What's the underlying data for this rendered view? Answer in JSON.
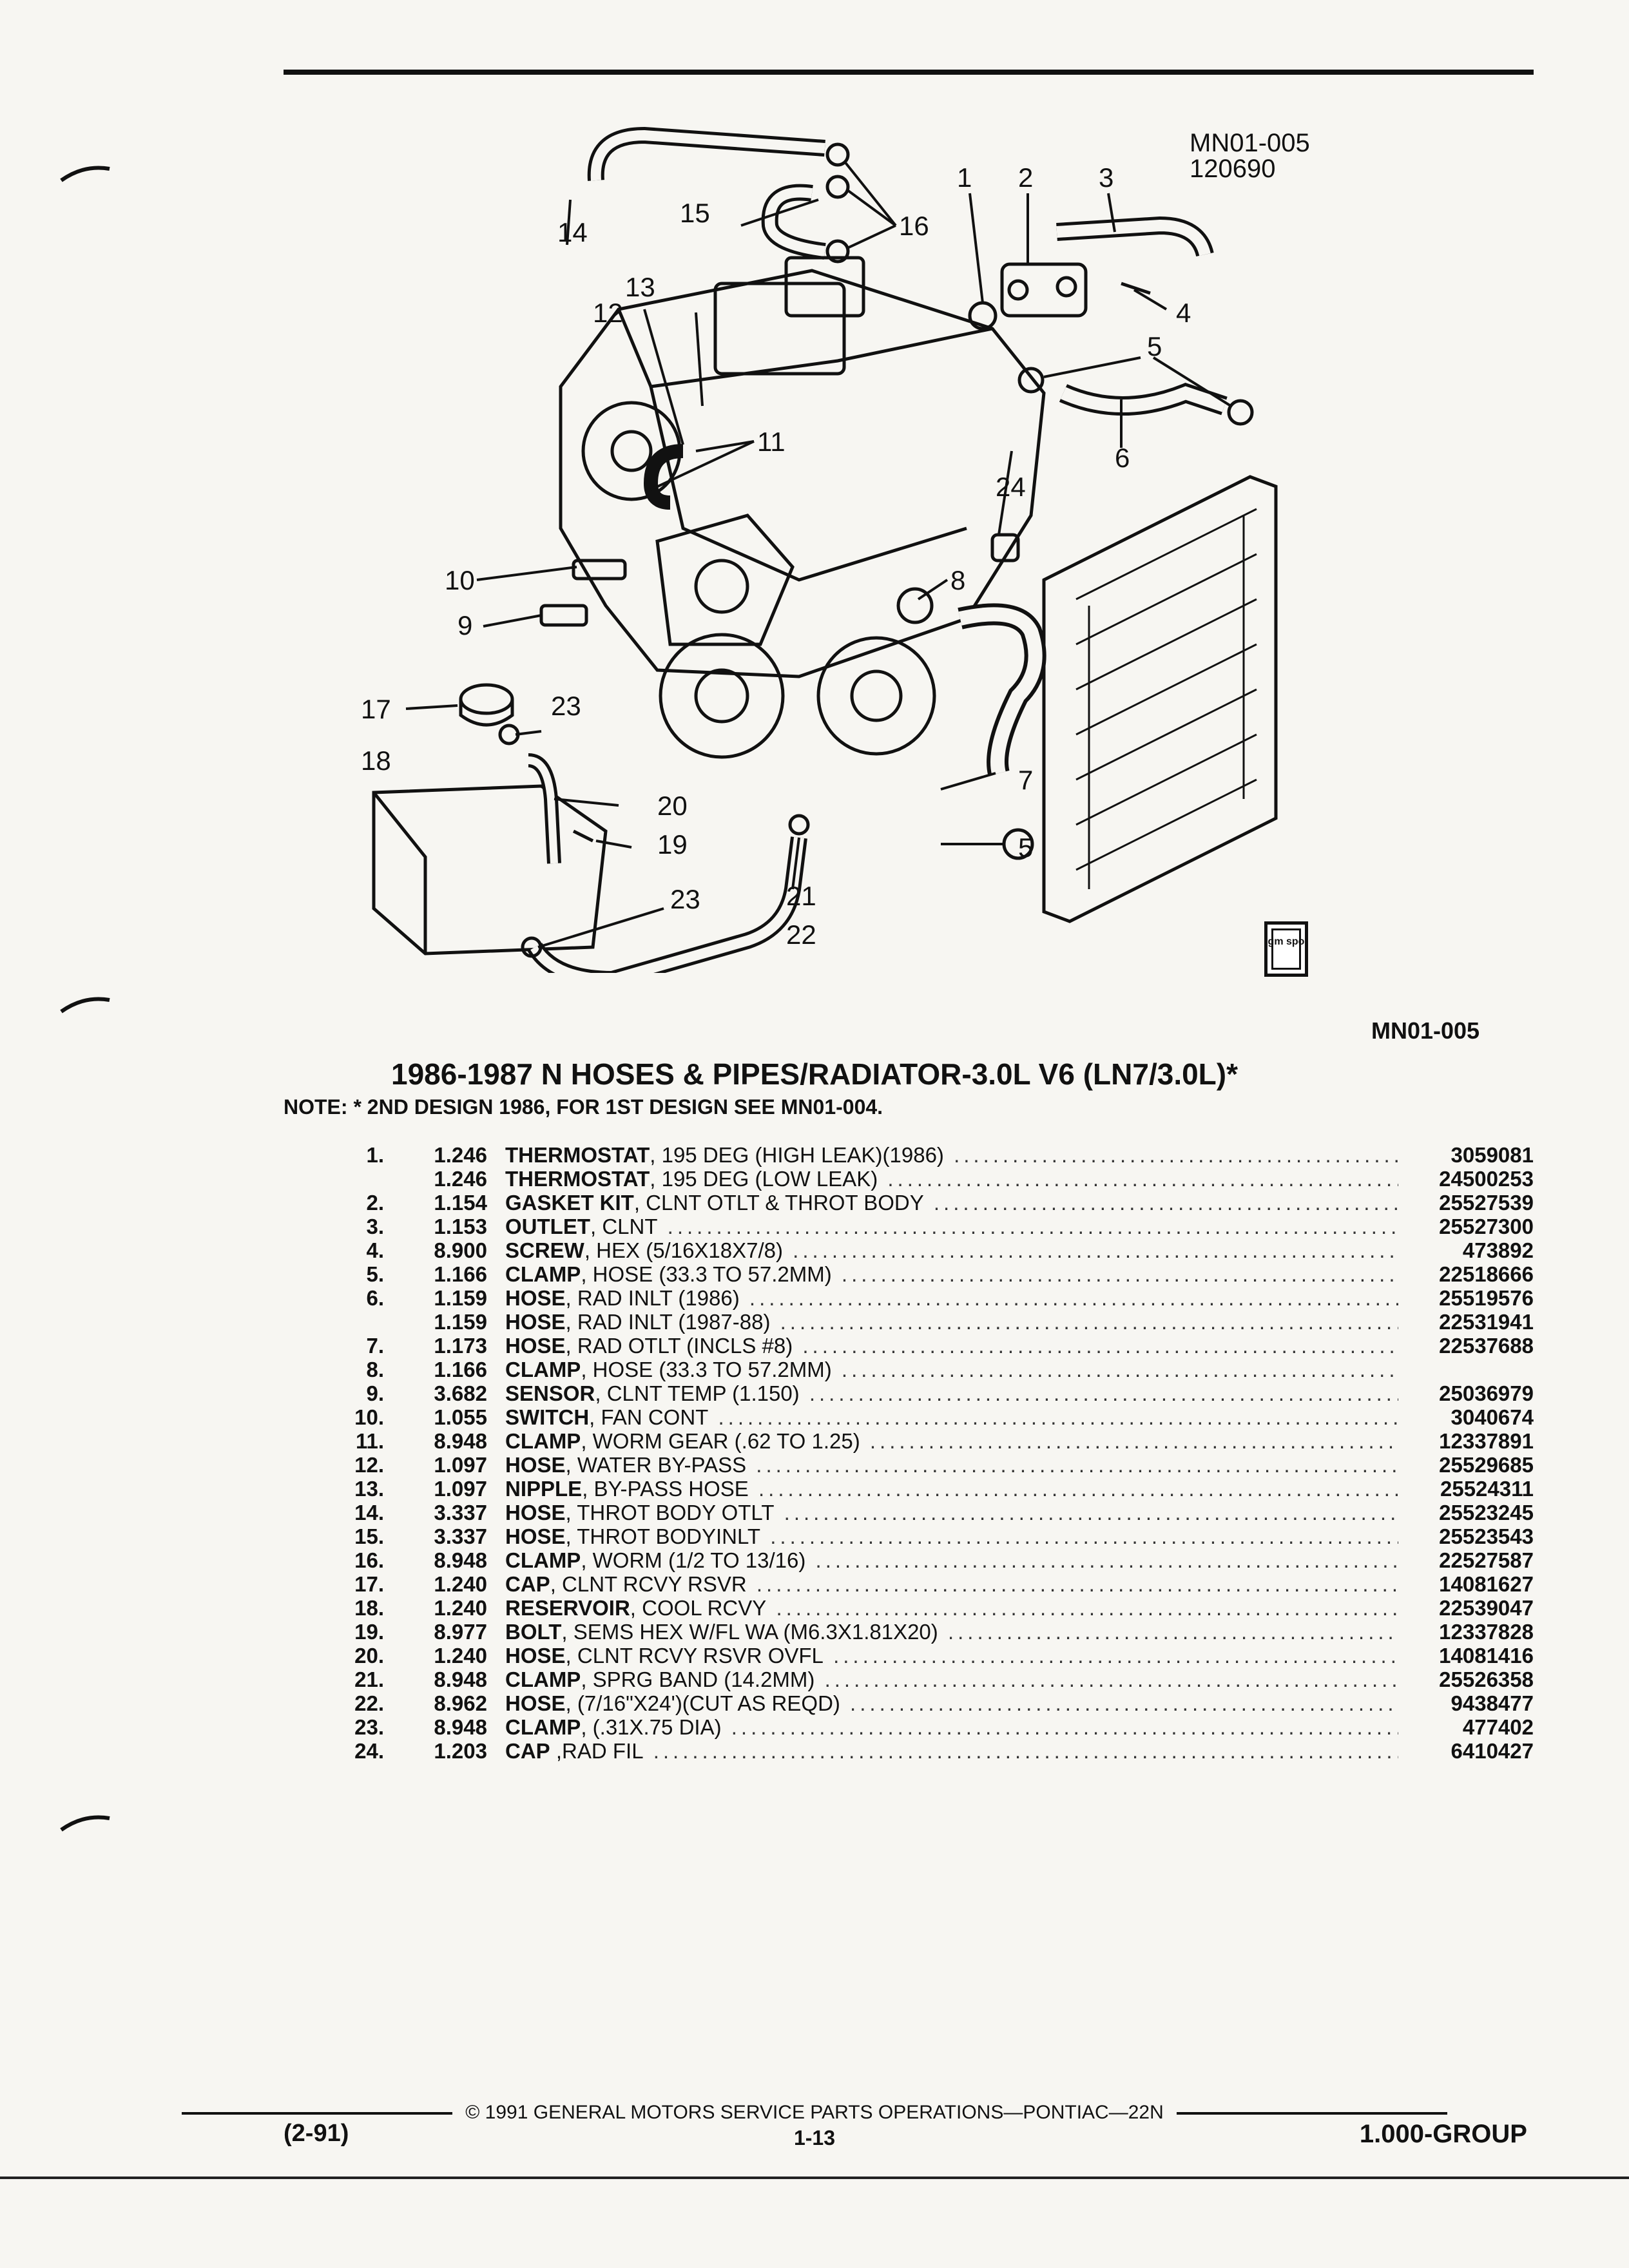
{
  "figure": {
    "code": "MN01-005",
    "date_code": "120690",
    "bottom_code": "MN01-005",
    "callouts": [
      "1",
      "2",
      "3",
      "4",
      "5",
      "5",
      "6",
      "7",
      "8",
      "9",
      "10",
      "11",
      "12",
      "13",
      "14",
      "15",
      "16",
      "17",
      "18",
      "19",
      "20",
      "21",
      "22",
      "23",
      "23",
      "24"
    ],
    "logo_text": "gm spo"
  },
  "title": "1986-1987 N HOSES & PIPES/RADIATOR-3.0L V6 (LN7/3.0L)*",
  "note": "NOTE:  * 2ND DESIGN 1986, FOR 1ST DESIGN SEE MN01-004.",
  "parts": [
    {
      "num": "1.",
      "group": "1.246",
      "name": "THERMOSTAT",
      "detail": ", 195 DEG (HIGH LEAK)(1986)",
      "pn": "3059081"
    },
    {
      "num": "",
      "group": "1.246",
      "name": "THERMOSTAT",
      "detail": ", 195 DEG (LOW LEAK)",
      "pn": "24500253"
    },
    {
      "num": "2.",
      "group": "1.154",
      "name": "GASKET KIT",
      "detail": ", CLNT OTLT & THROT BODY",
      "pn": "25527539"
    },
    {
      "num": "3.",
      "group": "1.153",
      "name": "OUTLET",
      "detail": ", CLNT",
      "pn": "25527300"
    },
    {
      "num": "4.",
      "group": "8.900",
      "name": "SCREW",
      "detail": ", HEX (5/16X18X7/8)",
      "pn": "473892"
    },
    {
      "num": "5.",
      "group": "1.166",
      "name": "CLAMP",
      "detail": ", HOSE (33.3 TO 57.2MM)",
      "pn": "22518666"
    },
    {
      "num": "6.",
      "group": "1.159",
      "name": "HOSE",
      "detail": ", RAD INLT (1986)",
      "pn": "25519576"
    },
    {
      "num": "",
      "group": "1.159",
      "name": "HOSE",
      "detail": ", RAD INLT (1987-88)",
      "pn": "22531941"
    },
    {
      "num": "7.",
      "group": "1.173",
      "name": "HOSE",
      "detail": ", RAD OTLT (INCLS #8)",
      "pn": "22537688"
    },
    {
      "num": "8.",
      "group": "1.166",
      "name": "CLAMP",
      "detail": ", HOSE (33.3 TO 57.2MM)",
      "pn": ""
    },
    {
      "num": "9.",
      "group": "3.682",
      "name": "SENSOR",
      "detail": ", CLNT TEMP (1.150)",
      "pn": "25036979"
    },
    {
      "num": "10.",
      "group": "1.055",
      "name": "SWITCH",
      "detail": ", FAN CONT",
      "pn": "3040674"
    },
    {
      "num": "11.",
      "group": "8.948",
      "name": "CLAMP",
      "detail": ", WORM GEAR (.62 TO 1.25)",
      "pn": "12337891"
    },
    {
      "num": "12.",
      "group": "1.097",
      "name": "HOSE",
      "detail": ", WATER BY-PASS",
      "pn": "25529685"
    },
    {
      "num": "13.",
      "group": "1.097",
      "name": "NIPPLE",
      "detail": ", BY-PASS HOSE",
      "pn": "25524311"
    },
    {
      "num": "14.",
      "group": "3.337",
      "name": "HOSE",
      "detail": ", THROT BODY OTLT",
      "pn": "25523245"
    },
    {
      "num": "15.",
      "group": "3.337",
      "name": "HOSE",
      "detail": ", THROT BODYINLT",
      "pn": "25523543"
    },
    {
      "num": "16.",
      "group": "8.948",
      "name": "CLAMP",
      "detail": ", WORM (1/2 TO 13/16)",
      "pn": "22527587"
    },
    {
      "num": "17.",
      "group": "1.240",
      "name": "CAP",
      "detail": ", CLNT RCVY RSVR",
      "pn": "14081627"
    },
    {
      "num": "18.",
      "group": "1.240",
      "name": "RESERVOIR",
      "detail": ", COOL RCVY",
      "pn": "22539047"
    },
    {
      "num": "19.",
      "group": "8.977",
      "name": "BOLT",
      "detail": ", SEMS HEX W/FL WA (M6.3X1.81X20)",
      "pn": "12337828"
    },
    {
      "num": "20.",
      "group": "1.240",
      "name": "HOSE",
      "detail": ", CLNT RCVY RSVR OVFL",
      "pn": "14081416"
    },
    {
      "num": "21.",
      "group": "8.948",
      "name": "CLAMP",
      "detail": ", SPRG BAND (14.2MM)",
      "pn": "25526358"
    },
    {
      "num": "22.",
      "group": "8.962",
      "name": "HOSE",
      "detail": ", (7/16\"X24')(CUT AS REQD)",
      "pn": "9438477"
    },
    {
      "num": "23.",
      "group": "8.948",
      "name": "CLAMP",
      "detail": ", (.31X.75 DIA)",
      "pn": "477402"
    },
    {
      "num": "24.",
      "group": "1.203",
      "name": "CAP",
      "detail": " ,RAD FIL",
      "pn": "6410427"
    }
  ],
  "footer": {
    "copyright": "© 1991 GENERAL MOTORS SERVICE PARTS OPERATIONS—PONTIAC—22N",
    "date": "(2-91)",
    "page": "1-13",
    "group": "1.000-GROUP"
  }
}
